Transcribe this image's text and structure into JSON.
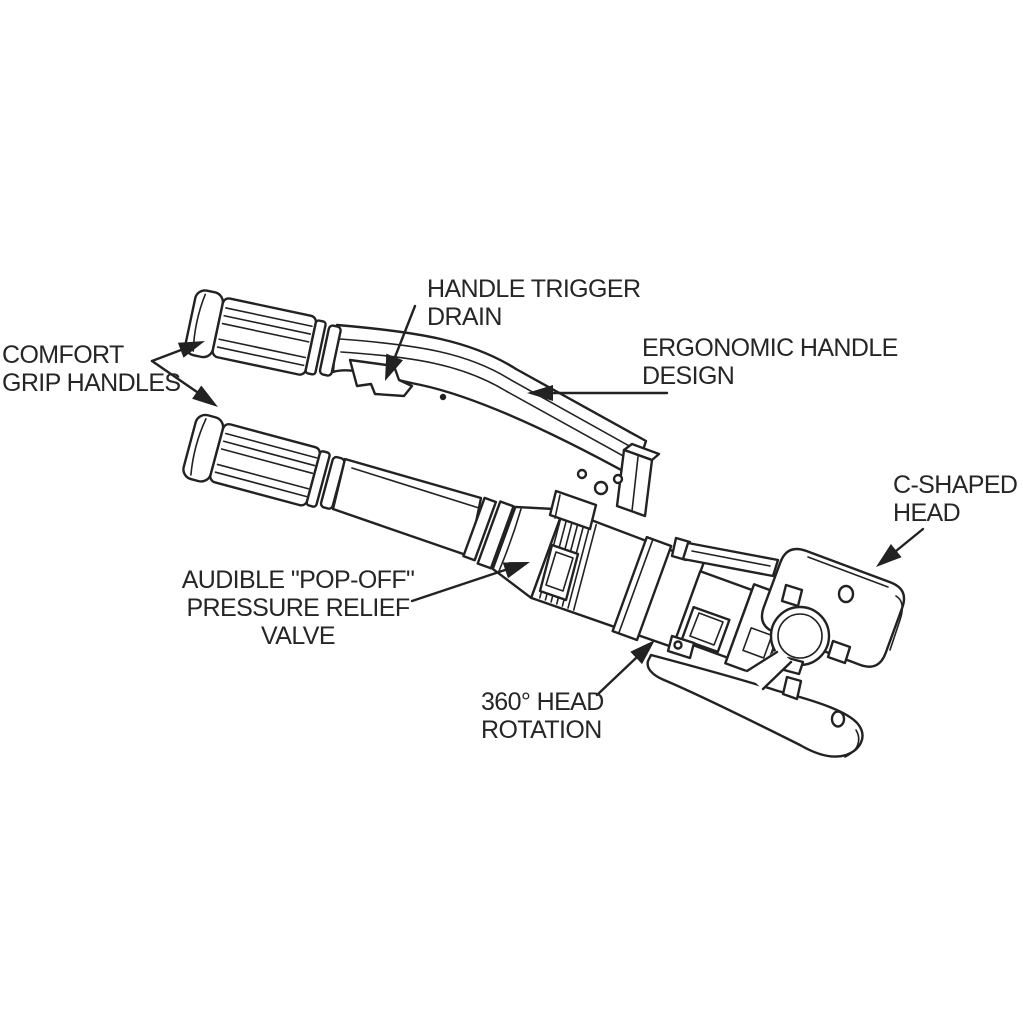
{
  "labels": {
    "handle_trigger_drain": {
      "line1": "HANDLE TRIGGER",
      "line2": "DRAIN"
    },
    "comfort_grip_handles": {
      "line1": "COMFORT",
      "line2": "GRIP HANDLES"
    },
    "ergonomic_handle_design": {
      "line1": "ERGONOMIC HANDLE",
      "line2": "DESIGN"
    },
    "c_shaped_head": {
      "line1": "C-SHAPED",
      "line2": "HEAD"
    },
    "audible_pop_off_valve": {
      "line1": "AUDIBLE \"POP-OFF\"",
      "line2": "PRESSURE RELIEF",
      "line3": "VALVE"
    },
    "head_rotation": {
      "line1": "360° HEAD",
      "line2": "ROTATION"
    }
  },
  "colors": {
    "line": "#222222",
    "text": "#262626",
    "background": "#ffffff"
  }
}
